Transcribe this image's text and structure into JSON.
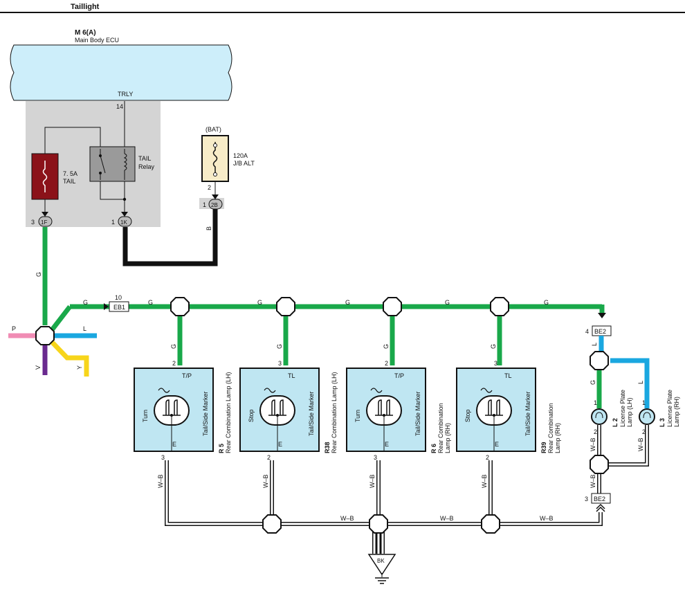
{
  "title": "Taillight",
  "ecu": {
    "code": "M 6(A)",
    "name": "Main Body ECU",
    "pin_label": "TRLY",
    "pin_no": "14"
  },
  "fuse_tail": {
    "rating": "7. 5A",
    "name": "TAIL"
  },
  "relay": {
    "line1": "TAIL",
    "line2": "Relay"
  },
  "fuse_alt": {
    "supply": "(BAT)",
    "rating": "120A",
    "name": "J/B ALT",
    "pin": "2"
  },
  "connectors": {
    "c2b": "2B",
    "c2b_pin": "1",
    "c1f": "1F",
    "c1f_pin": "3",
    "c1k": "1K",
    "c1k_pin": "1",
    "eb1": "EB1",
    "eb1_pin": "10",
    "be2_top": "BE2",
    "be2_top_pin": "4",
    "be2_bot": "BE2",
    "be2_bot_pin": "3",
    "ground": "BK"
  },
  "wire_colors": {
    "g": "G",
    "b": "B",
    "p": "P",
    "l": "L",
    "v": "V",
    "y": "Y",
    "wb": "W–B"
  },
  "lamps": [
    {
      "code": "R 5",
      "name": "Rear Combination Lamp (LH)",
      "left": "Turn",
      "right": "Tail/Side Marker",
      "top_label": "T/P",
      "top_pin": "2",
      "bottom_label": "E",
      "bottom_pin": "3"
    },
    {
      "code": "R38",
      "name": "Rear Combination Lamp (LH)",
      "left": "Stop",
      "right": "Tail/Side Marker",
      "top_label": "TL",
      "top_pin": "3",
      "bottom_label": "E",
      "bottom_pin": "2"
    },
    {
      "code": "R 6",
      "name_line1": "Rear Combination",
      "name_line2": "Lamp (RH)",
      "left": "Turn",
      "right": "Tail/Side Marker",
      "top_label": "T/P",
      "top_pin": "2",
      "bottom_label": "E",
      "bottom_pin": "3"
    },
    {
      "code": "R39",
      "name_line1": "Rear Combination",
      "name_line2": "Lamp (RH)",
      "left": "Stop",
      "right": "Tail/Side Marker",
      "top_label": "TL",
      "top_pin": "3",
      "bottom_label": "E",
      "bottom_pin": "2"
    }
  ],
  "plate_lamps": [
    {
      "code": "L 2",
      "line1": "License Plate",
      "line2": "Lamp (LH)",
      "top_pin": "1",
      "bottom_pin": "2"
    },
    {
      "code": "L 3",
      "line1": "License Plate",
      "line2": "Lamp (RH)",
      "top_pin": "1",
      "bottom_pin": "2"
    }
  ],
  "colors": {
    "green": "#19a84a",
    "blue": "#1aa7e0",
    "pink": "#f08cb4",
    "violet": "#6a2a8f",
    "yellow": "#f7d51b",
    "black": "#111111",
    "ecu_fill": "#cdeefa",
    "jb_gray": "#d4d4d4",
    "fuse_red": "#8b1219",
    "relay_gray": "#9a9a9a",
    "lamp_fill": "#bfe6f2",
    "alt_fill": "#f7ecc8"
  }
}
